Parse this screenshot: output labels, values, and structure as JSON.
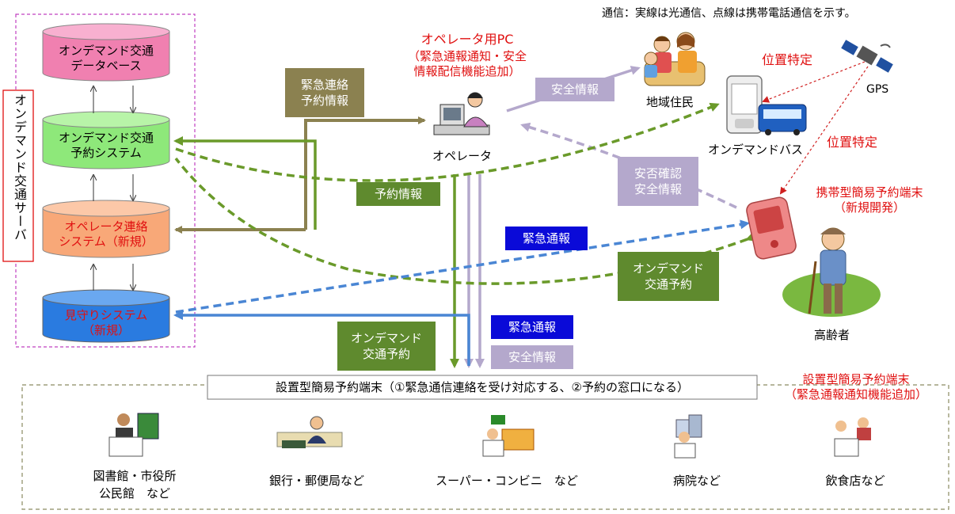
{
  "legend_note": "通信：実線は光通信、点線は携帯電話通信を示す。",
  "server_title": "オンデマンド交通サーバ",
  "databases": {
    "database": "オンデマンド交通\nデータベース",
    "reservation_system": "オンデマンド交通\n予約システム",
    "operator_contact": "オペレータ連絡\nシステム（新規）",
    "watch_system": "見守りシステム\n（新規）"
  },
  "operator_pc": {
    "title": "オペレータ用PC",
    "subtitle": "（緊急通報通知・安全\n情報配信機能追加）",
    "operator_label": "オペレータ"
  },
  "labels": {
    "emergency_contact_reservation": "緊急連絡\n予約情報",
    "reservation_info": "予約情報",
    "safety_info_top": "安全情報",
    "safety_confirm": "安否確認\n安全情報",
    "emergency_report_blue": "緊急通報",
    "ondemand_reservation_right": "オンデマンド\n交通予約",
    "ondemand_reservation_bottom": "オンデマンド\n交通予約",
    "emergency_report_bottom": "緊急通報",
    "safety_info_bottom": "安全情報"
  },
  "right_side": {
    "residents": "地域住民",
    "gps": "GPS",
    "position_1": "位置特定",
    "position_2": "位置特定",
    "bus": "オンデマンドバス",
    "portable_terminal": "携帯型簡易予約端末\n（新規開発）",
    "elderly": "高齢者"
  },
  "terminal": {
    "caption": "設置型簡易予約端末（①緊急通信連絡を受け対応する、②予約の窓口になる）",
    "red_title": "設置型簡易予約端末\n（緊急通報通知機能追加）",
    "sites": [
      "図書館・市役所\n公民館　など",
      "銀行・郵便局など",
      "スーパー・コンビニ　など",
      "病院など",
      "飲食店など"
    ]
  },
  "colors": {
    "olive": "#8b8150",
    "green": "#6a9a2a",
    "dark_green_box": "#5f8a2e",
    "lavender": "#b4a8cc",
    "blue": "#4a86d4",
    "navy_box": "#0a0ad8",
    "red_text": "#e01010",
    "pink_db": "#f080b0",
    "green_db": "#8ee87a",
    "orange_db": "#f8a878",
    "blue_db": "#2a7be0"
  }
}
